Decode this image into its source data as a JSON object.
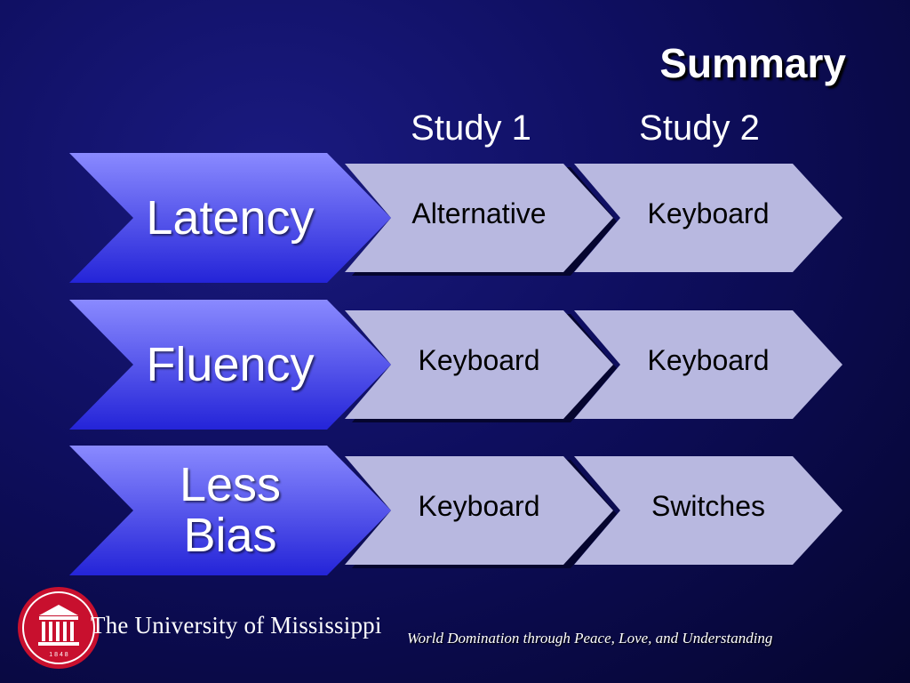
{
  "slide": {
    "title": "Summary",
    "column_headers": [
      "Study 1",
      "Study 2"
    ]
  },
  "rows": [
    {
      "label": "Latency",
      "study1": "Alternative",
      "study2": "Keyboard"
    },
    {
      "label": "Fluency",
      "study1": "Keyboard",
      "study2": "Keyboard"
    },
    {
      "label": "Less Bias",
      "study1": "Keyboard",
      "study2": "Switches"
    }
  ],
  "footer": {
    "university": "The University of Mississippi",
    "seal_year": "1 8 4 8",
    "motto": "World Domination through Peace, Love, and Understanding"
  },
  "colors": {
    "row_label_top": "#8a8aff",
    "row_label_bottom": "#2424d8",
    "cell_fill": "#b8b8e0",
    "cell_shadow": "#05052e",
    "seal_red": "#c8102e"
  }
}
